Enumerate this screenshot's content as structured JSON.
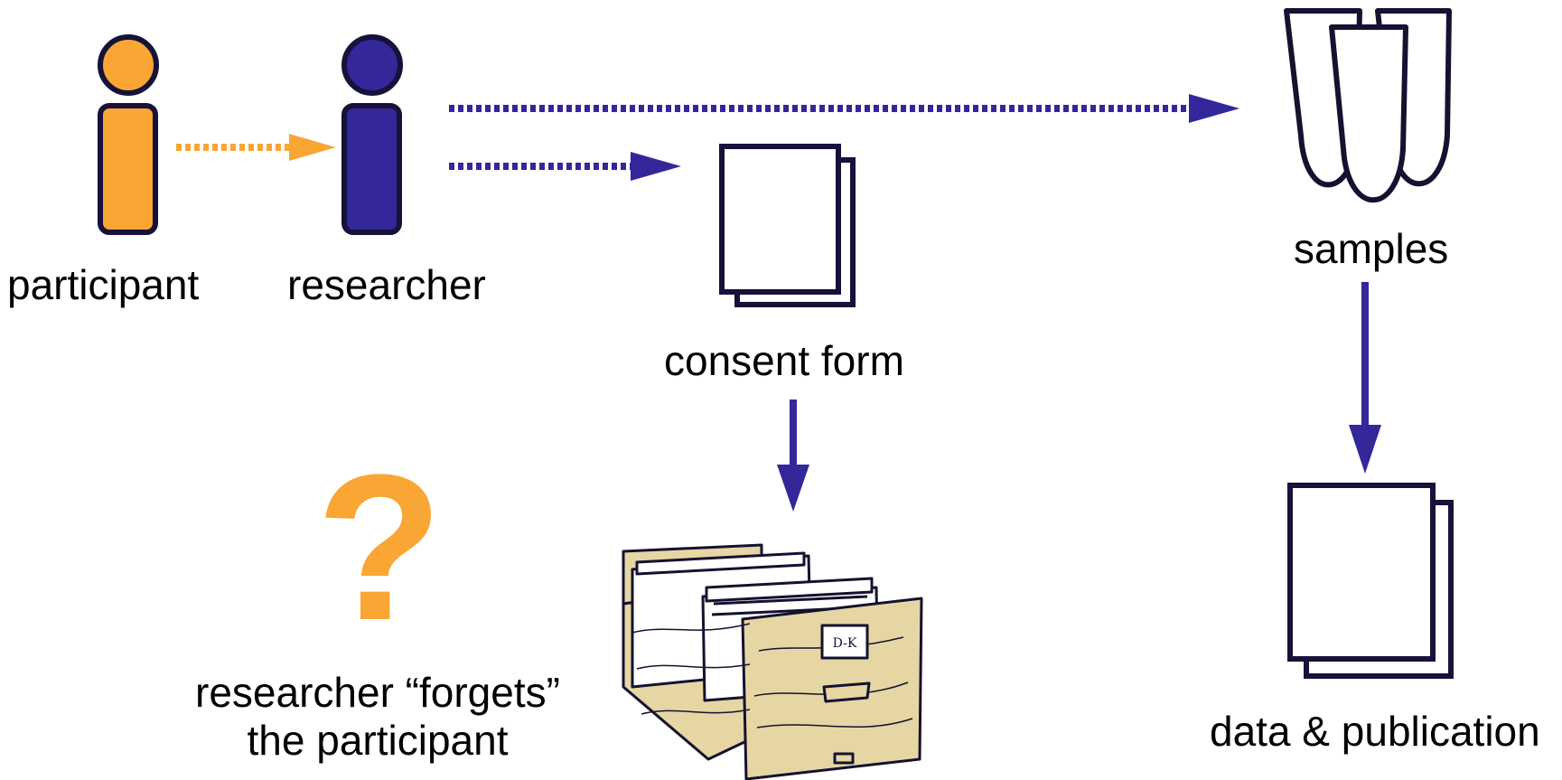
{
  "labels": {
    "participant": "participant",
    "researcher": "researcher",
    "consent_form": "consent form",
    "samples": "samples",
    "data_publication": "data & publication",
    "forgets_line1": "researcher “forgets”",
    "forgets_line2": "the participant",
    "drawer_tag": "D-K",
    "question_mark": "?"
  },
  "colors": {
    "orange": "#F9A634",
    "blue": "#33279A",
    "navy": "#16123A",
    "wood": "#E6D6A4",
    "outline": "#141230"
  },
  "icons": [
    "participant-icon",
    "researcher-icon",
    "consent-form-icon",
    "samples-tubes-icon",
    "data-publication-icon",
    "question-mark-icon",
    "file-drawer-icon"
  ]
}
